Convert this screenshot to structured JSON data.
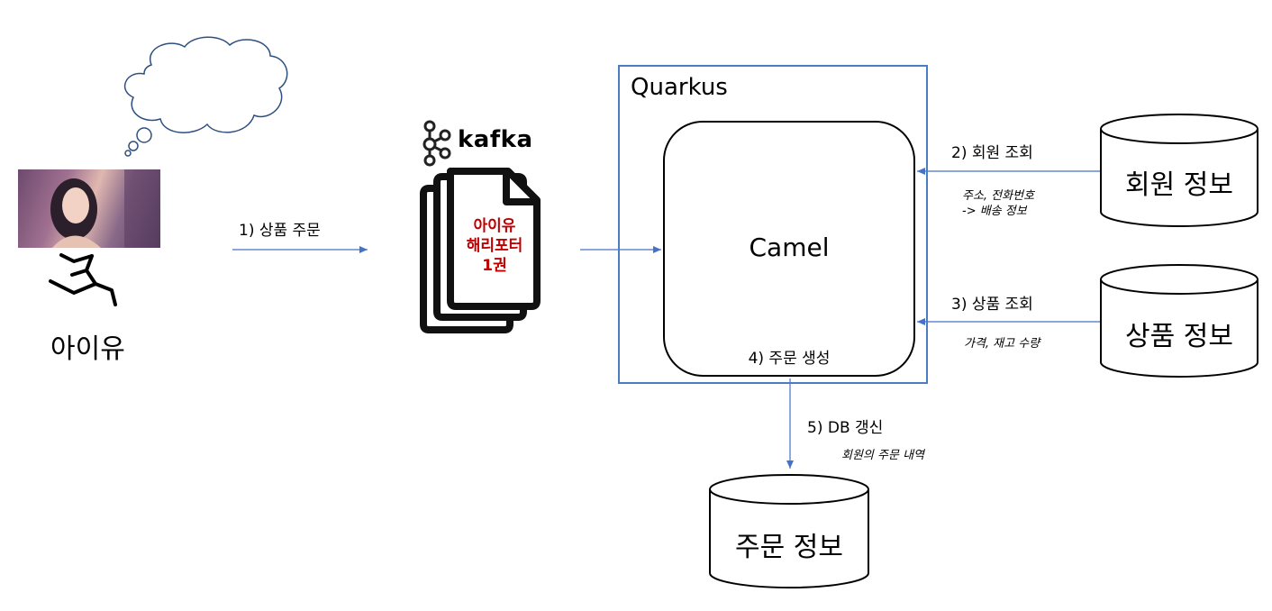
{
  "person": {
    "name": "아이유"
  },
  "kafka": {
    "brand": "kafka",
    "message_line1": "아이유",
    "message_line2": "해리포터",
    "message_line3": "1권",
    "message_color": "#c00000"
  },
  "container": {
    "title": "Quarkus"
  },
  "engine": {
    "title": "Camel",
    "step4": "4) 주문 생성"
  },
  "steps": {
    "step1": "1) 상품 주문",
    "step2": "2) 회원 조회",
    "step2_note_line1": "주소, 전화번호",
    "step2_note_line2": "-> 배송 정보",
    "step3": "3) 상품 조회",
    "step3_note": "가격, 재고 수량",
    "step5": "5) DB 갱신",
    "step5_note": "회원의 주문 내역"
  },
  "databases": {
    "member": "회원 정보",
    "product": "상품 정보",
    "order": "주문 정보"
  },
  "colors": {
    "arrow": "#4472c4",
    "container_border": "#4a7ec0"
  }
}
